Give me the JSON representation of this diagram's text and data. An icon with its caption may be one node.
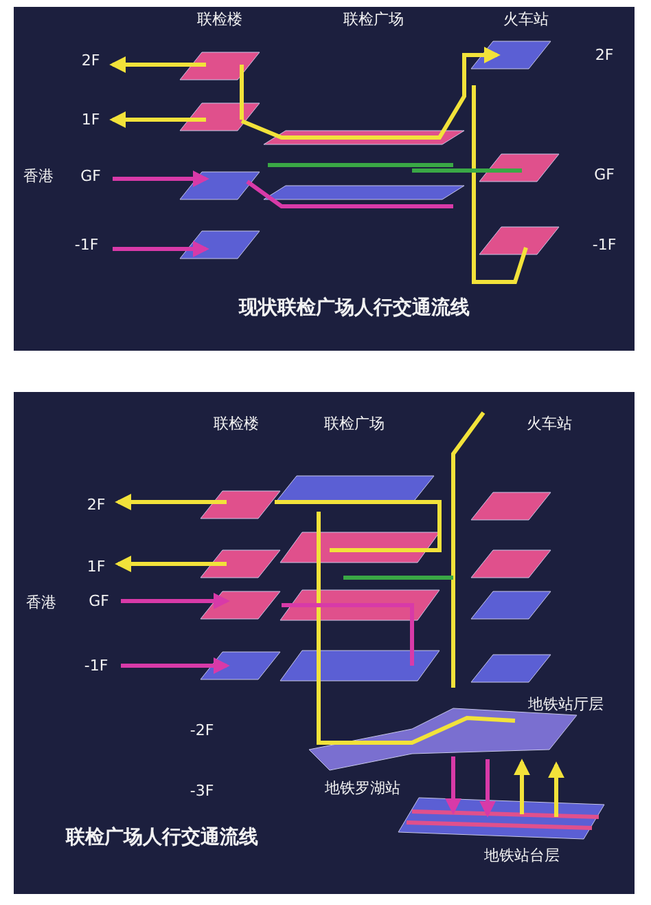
{
  "diagram": {
    "labels": [
      "联检楼",
      "联检广场",
      "火车站",
      "2F",
      "2F",
      "1F",
      "香港",
      "GF",
      "GF",
      "-1F",
      "-1F",
      "现状联检广场人行交通流线",
      "联检楼",
      "联检广场",
      "火车站",
      "2F",
      "1F",
      "香港",
      "GF",
      "-1F",
      "-2F",
      "地铁站厅层",
      "-3F",
      "地铁罗湖站",
      "地铁站台层",
      "联检广场人行交通流线"
    ]
  }
}
